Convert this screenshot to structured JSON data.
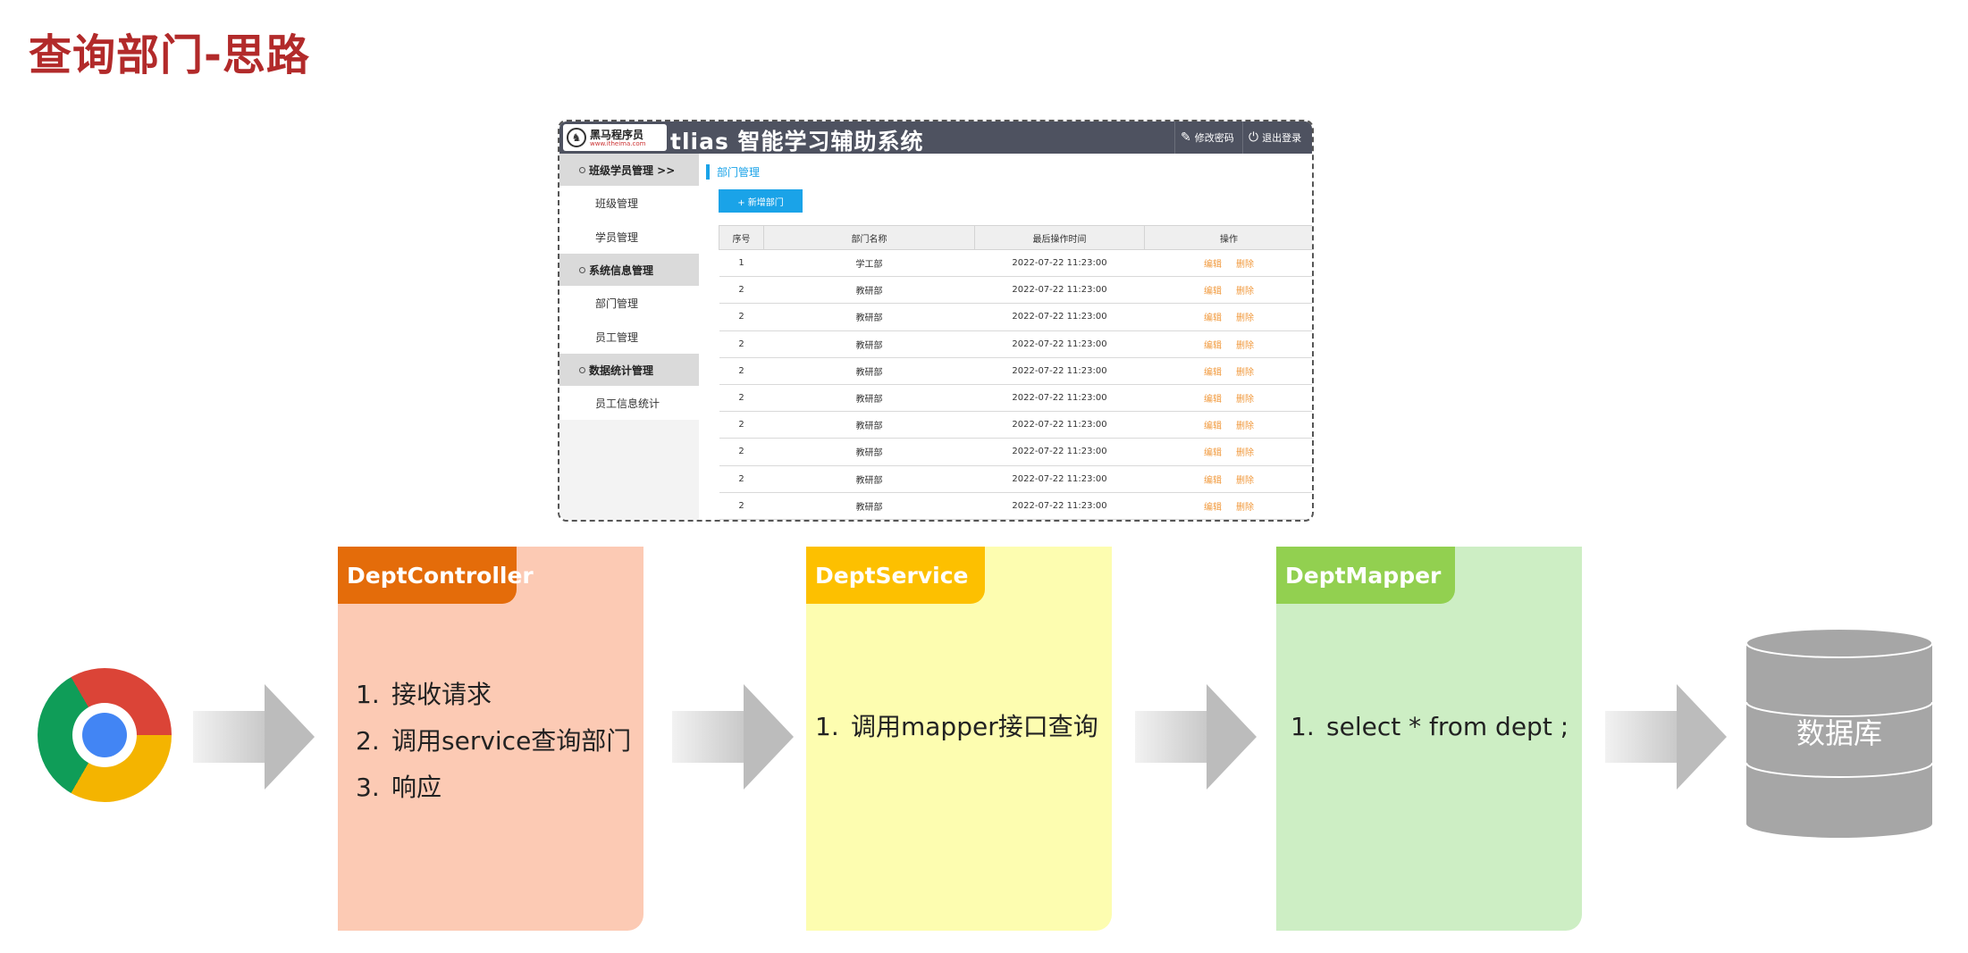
{
  "title": "查询部门-思路",
  "screenshot": {
    "logo_brand": "黑马程序员",
    "logo_url": "www.itheima.com",
    "app_title": "tlias 智能学习辅助系统",
    "header_actions": [
      "修改密码",
      "退出登录"
    ],
    "sidebar": [
      {
        "group": "班级学员管理  >>",
        "items": [
          "班级管理",
          "学员管理"
        ]
      },
      {
        "group": "系统信息管理",
        "items": [
          "部门管理",
          "员工管理"
        ]
      },
      {
        "group": "数据统计管理",
        "items": [
          "员工信息统计"
        ]
      }
    ],
    "breadcrumb": "部门管理",
    "add_button": "+ 新增部门",
    "table": {
      "headers": [
        "序号",
        "部门名称",
        "最后操作时间",
        "操作"
      ],
      "rows": [
        [
          "1",
          "学工部",
          "2022-07-22 11:23:00"
        ],
        [
          "2",
          "教研部",
          "2022-07-22 11:23:00"
        ],
        [
          "2",
          "教研部",
          "2022-07-22 11:23:00"
        ],
        [
          "2",
          "教研部",
          "2022-07-22 11:23:00"
        ],
        [
          "2",
          "教研部",
          "2022-07-22 11:23:00"
        ],
        [
          "2",
          "教研部",
          "2022-07-22 11:23:00"
        ],
        [
          "2",
          "教研部",
          "2022-07-22 11:23:00"
        ],
        [
          "2",
          "教研部",
          "2022-07-22 11:23:00"
        ],
        [
          "2",
          "教研部",
          "2022-07-22 11:23:00"
        ],
        [
          "2",
          "教研部",
          "2022-07-22 11:23:00"
        ]
      ],
      "actions": [
        "编辑",
        "删除"
      ]
    }
  },
  "flow": {
    "controller": {
      "title": "DeptController",
      "steps": [
        "接收请求",
        "调用service查询部门",
        "响应"
      ],
      "tab_color": "#e46c0a",
      "body_color": "#fccab4"
    },
    "service": {
      "title": "DeptService",
      "steps": [
        "调用mapper接口查询"
      ],
      "tab_color": "#fdc000",
      "body_color": "#fdfdb0"
    },
    "mapper": {
      "title": "DeptMapper",
      "steps": [
        "select * from dept ;"
      ],
      "tab_color": "#92d050",
      "body_color": "#cdeec4"
    },
    "database_label": "数据库"
  }
}
